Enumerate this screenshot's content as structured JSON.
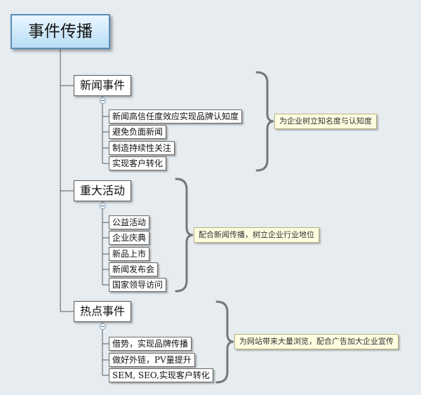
{
  "root": {
    "label": "事件传播"
  },
  "branches": [
    {
      "label": "新闻事件",
      "items": [
        "新闻高信任度效应实现品牌认知度",
        "避免负面新闻",
        "制造持续性关注",
        "实现客户转化"
      ],
      "note": "为企业树立知名度与认知度"
    },
    {
      "label": "重大活动",
      "items": [
        "公益活动",
        " 企业庆典",
        "新品上市",
        "新闻发布会",
        "国家领导访问"
      ],
      "note": "配合新闻传播，树立企业行业地位"
    },
    {
      "label": "热点事件",
      "items": [
        "借势，实现品牌传播",
        "做好外链，PV量提升",
        "SEM, SEO,实现客户转化"
      ],
      "note": "为网站带来大量浏览，配合广告加大企业宣传"
    }
  ],
  "colors": {
    "line": "#5a5a5a",
    "root_border": "#5b8db5",
    "note_bg": "#fffde0"
  }
}
